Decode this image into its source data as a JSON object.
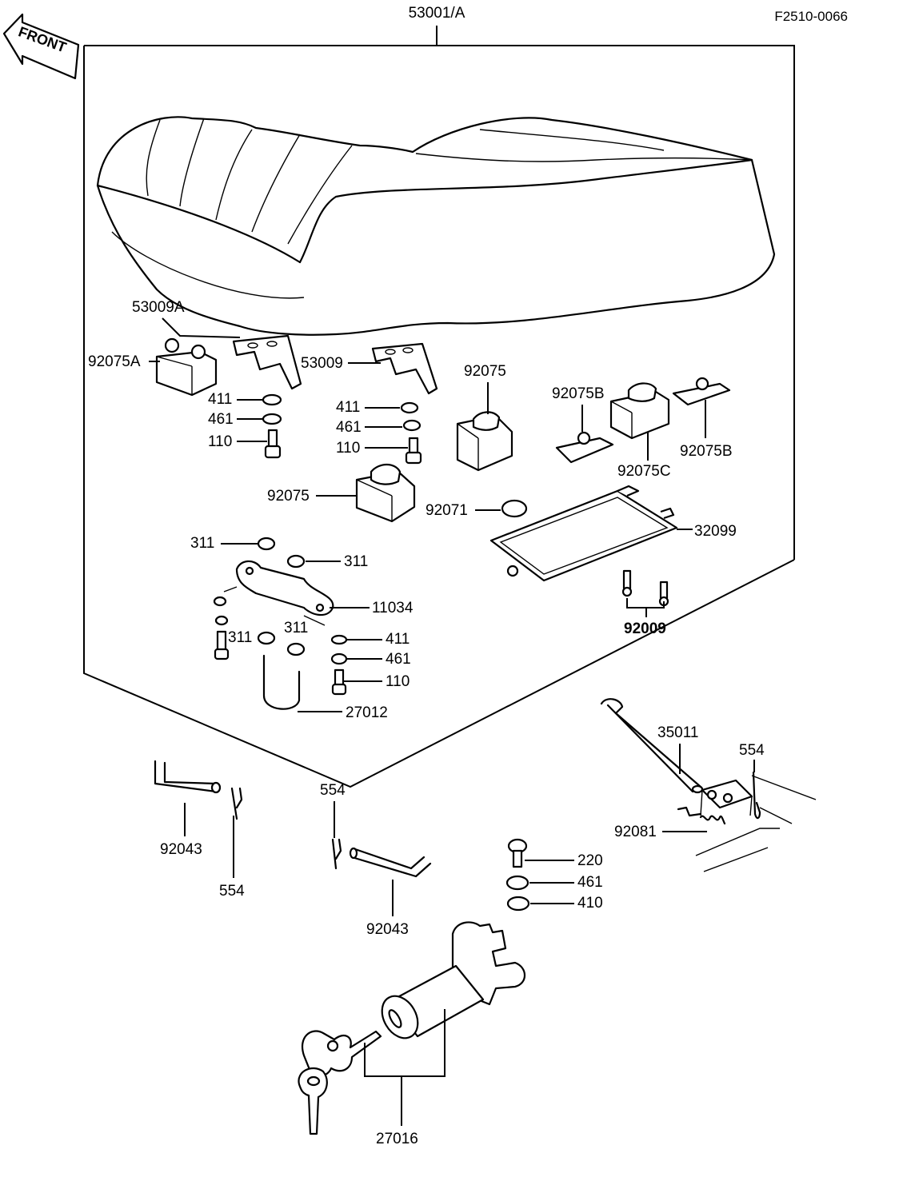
{
  "diagram_code": "F2510-0066",
  "front_marker": "FRONT",
  "labels": {
    "seat_assembly": "53001/A",
    "bracket_a": "53009A",
    "bracket": "53009",
    "damper_a": "92075A",
    "damper_1": "92075",
    "damper_2": "92075",
    "damper_b1": "92075B",
    "damper_b2": "92075B",
    "damper_c": "92075C",
    "washer_411_l": "411",
    "washer_461_l": "461",
    "bolt_110_l": "110",
    "washer_411_m": "411",
    "washer_461_m": "461",
    "bolt_110_m": "110",
    "grommet": "92071",
    "tray": "32099",
    "screws": "92009",
    "nut_311_a": "311",
    "nut_311_b": "311",
    "nut_311_c": "311",
    "nut_311_d": "311",
    "hinge_bracket": "11034",
    "washer_411_r": "411",
    "washer_461_r": "461",
    "bolt_110_r": "110",
    "u_bolt": "27012",
    "rod": "35011",
    "clip_554_r": "554",
    "spring": "92081",
    "pin_l": "92043",
    "clip_554_l": "554",
    "clip_554_m": "554",
    "pin_m": "92043",
    "screw_220": "220",
    "washer_461_lock": "461",
    "washer_410": "410",
    "lock_set": "27016"
  }
}
